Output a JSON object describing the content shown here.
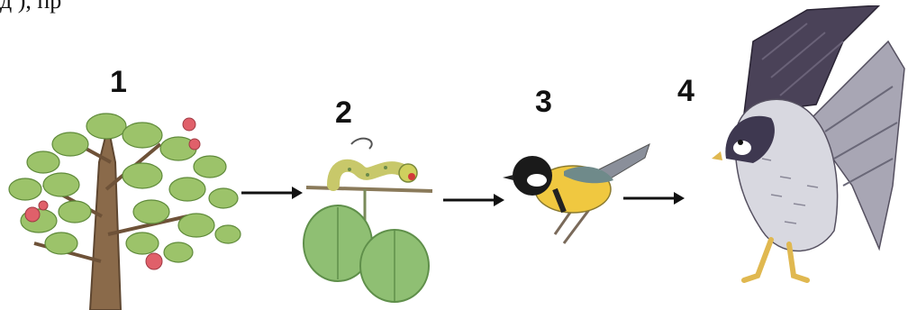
{
  "top_text": "д ), пр",
  "stages": [
    {
      "number": "1",
      "icon": "tree-icon"
    },
    {
      "number": "2",
      "icon": "caterpillar-icon"
    },
    {
      "number": "3",
      "icon": "titmouse-bird-icon"
    },
    {
      "number": "4",
      "icon": "falcon-icon"
    }
  ],
  "arrows": [
    "arrow-right-icon",
    "arrow-right-icon",
    "arrow-right-icon"
  ],
  "colors": {
    "leaf": "#9cc36a",
    "leaf_dark": "#6f9a45",
    "trunk": "#8a6a4a",
    "apple": "#e0606a",
    "caterpillar": "#d8d86a",
    "bird_yellow": "#f0c840",
    "falcon": "#4a4258"
  }
}
